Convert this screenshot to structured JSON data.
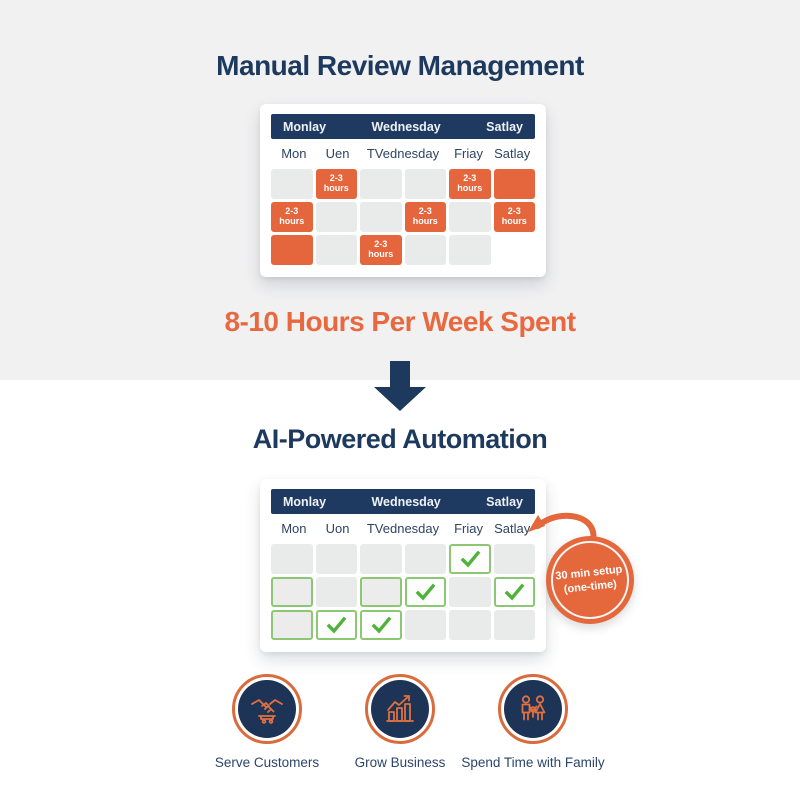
{
  "page": {
    "title_top": "Manual Review Management",
    "subtitle_top": "8-10 Hours Per Week Spent",
    "title_bottom": "AI-Powered Automation"
  },
  "badge": {
    "line1": "30 min setup",
    "line2": "(one-time)"
  },
  "calendars": {
    "manual": {
      "header_labels": [
        "Monlay",
        "Wednesday",
        "Satlay"
      ],
      "day_labels": [
        "Mon",
        "Uen",
        "TVednesday",
        "Friay",
        "Satlay"
      ],
      "busy_label": "2-3 hours",
      "grid": [
        [
          "empty",
          "busy",
          "empty",
          "empty",
          "busy",
          "busy-blank"
        ],
        [
          "busy",
          "empty",
          "empty",
          "busy",
          "empty",
          "busy"
        ],
        [
          "busy-blank",
          "empty",
          "busy",
          "empty",
          "empty",
          "none"
        ]
      ]
    },
    "ai": {
      "header_labels": [
        "Monlay",
        "Wednesday",
        "Satlay"
      ],
      "day_labels": [
        "Mon",
        "Uon",
        "TVednesday",
        "Friay",
        "Satlay"
      ],
      "grid": [
        [
          "empty",
          "empty",
          "empty",
          "empty",
          "check",
          "empty"
        ],
        [
          "outline",
          "empty",
          "outline",
          "check",
          "empty",
          "check"
        ],
        [
          "outline",
          "check",
          "check",
          "empty",
          "empty",
          "empty"
        ]
      ]
    }
  },
  "benefits": [
    {
      "label": "Serve Customers",
      "icon": "handshake-icon"
    },
    {
      "label": "Grow Business",
      "icon": "growth-chart-icon"
    },
    {
      "label": "Spend Time with Family",
      "icon": "family-icon"
    }
  ],
  "colors": {
    "navy": "#1d3a5e",
    "header_navy": "#1f3a60",
    "orange": "#e5663c",
    "orange_accent": "#e8693f",
    "green_check": "#4fb33a",
    "green_border": "#8cc873",
    "cell_gray": "#e9eaea",
    "top_bg": "#f1f1f2",
    "bottom_bg": "#ffffff"
  }
}
